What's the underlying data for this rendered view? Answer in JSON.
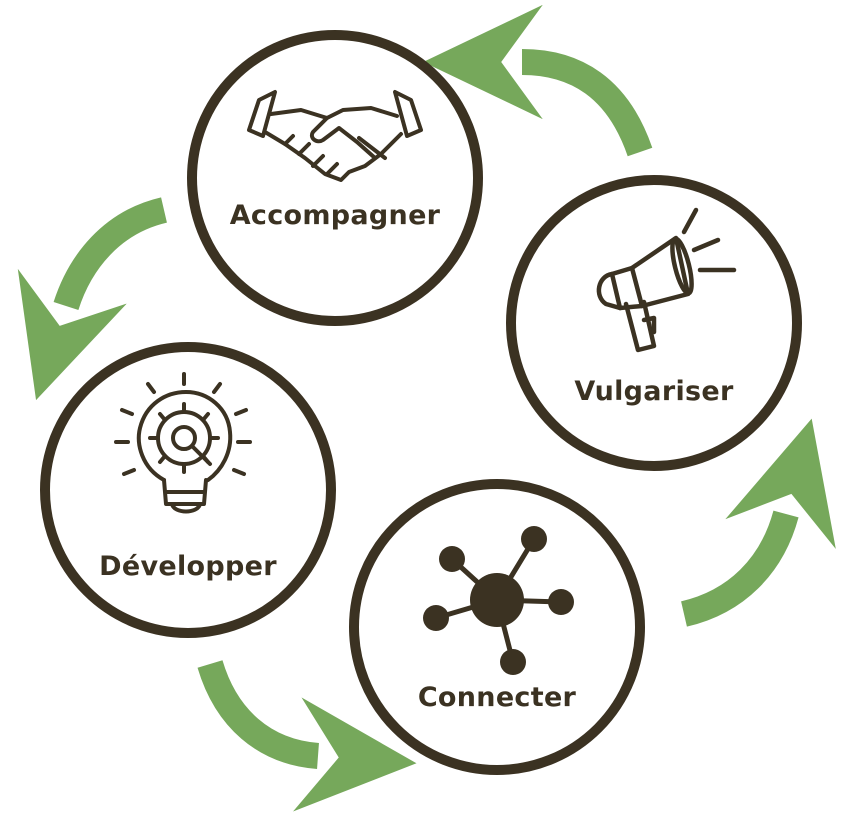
{
  "colors": {
    "ink": "#3b3222",
    "arrow": "#76a85b"
  },
  "steps": [
    {
      "label": "Accompagner",
      "icon": "handshake-icon"
    },
    {
      "label": "Vulgariser",
      "icon": "megaphone-icon"
    },
    {
      "label": "Connecter",
      "icon": "network-icon"
    },
    {
      "label": "Développer",
      "icon": "lightbulb-gear-icon"
    }
  ]
}
